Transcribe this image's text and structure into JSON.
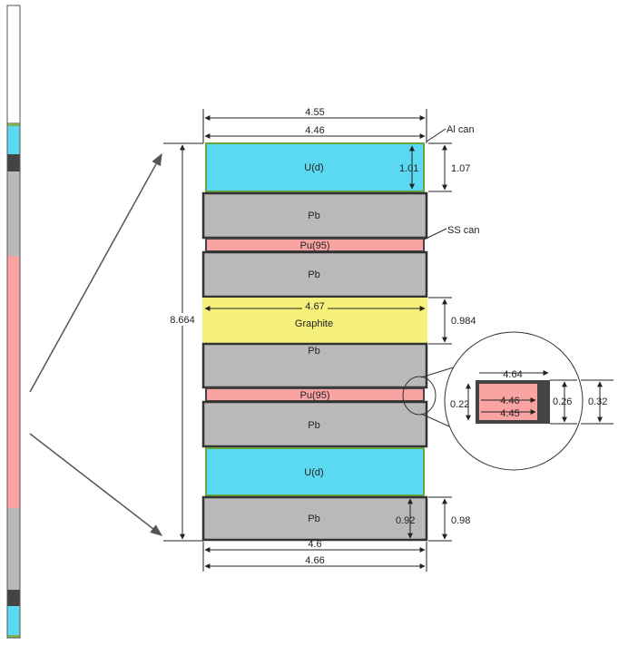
{
  "diagram": {
    "colors": {
      "uranium": "#5bd8f2",
      "lead": "#b9b9b9",
      "plutonium": "#f9a3a3",
      "graphite": "#f5f17a",
      "dark": "#444444",
      "empty": "#ffffff",
      "can_green": "#7fb24a"
    },
    "column_stack": [
      "empty",
      "can_green",
      "uranium",
      "dark",
      "lead",
      "plutonium",
      "lead",
      "dark",
      "uranium",
      "can_green"
    ],
    "layers": [
      {
        "material": "uranium",
        "label": "U(d)"
      },
      {
        "material": "lead",
        "label": "Pb"
      },
      {
        "material": "plutonium",
        "label": "Pu(95)"
      },
      {
        "material": "lead",
        "label": "Pb"
      },
      {
        "material": "graphite",
        "label": "Graphite"
      },
      {
        "material": "lead",
        "label": "Pb"
      },
      {
        "material": "plutonium",
        "label": "Pu(95)"
      },
      {
        "material": "lead",
        "label": "Pb"
      },
      {
        "material": "uranium",
        "label": "U(d)"
      },
      {
        "material": "lead",
        "label": "Pb"
      }
    ],
    "callouts": {
      "al_can": "Al can",
      "ss_can": "SS can"
    },
    "dims": {
      "top_outer": "4.55",
      "top_inner": "4.46",
      "ud_inner_height": "1.01",
      "ud_outer_height": "1.07",
      "total_height": "8.664",
      "graphite_width": "4.67",
      "graphite_height": "0.984",
      "bottom_inner": "4.6",
      "bottom_outer": "4.66",
      "pb_inner_height": "0.92",
      "pb_outer_height": "0.98",
      "detail_width_outer": "4.64",
      "detail_width_mid": "4.46",
      "detail_width_inner": "4.45",
      "detail_h_left": "0.22",
      "detail_h_mid": "0.26",
      "detail_h_right": "0.32"
    }
  }
}
